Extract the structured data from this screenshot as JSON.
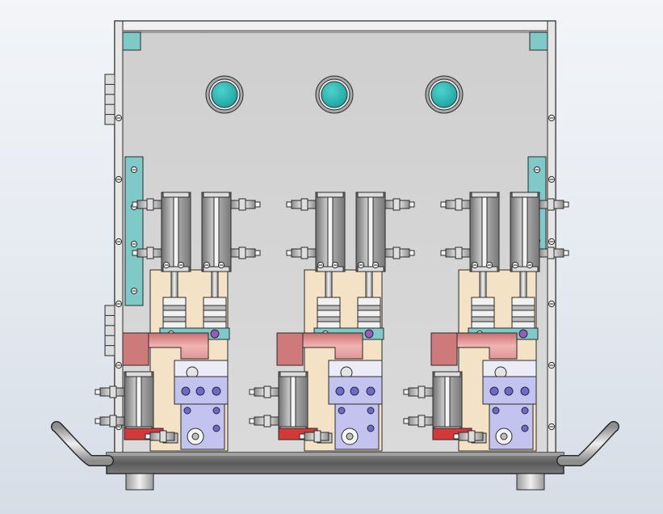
{
  "scene": {
    "subject": "cad-assembly-front-view",
    "module_count": 3,
    "port_count": 3
  },
  "colors": {
    "background_top": "#f3f5f8",
    "background_bottom": "#d6dde6",
    "panel": "#d4d4d4",
    "frame": "#2b2b2b",
    "teal_bracket": "#7fc9c8",
    "teal_port": "#1aa39f",
    "cylinder_body": "#9a9a9a",
    "plate_cream": "#f3e2c6",
    "pink_block": "#e69a9a",
    "red_block": "#d23a3a",
    "lavender_block": "#c3c3f0",
    "base_bar": "#6a6a6a",
    "handle": "#b9b9b9"
  }
}
